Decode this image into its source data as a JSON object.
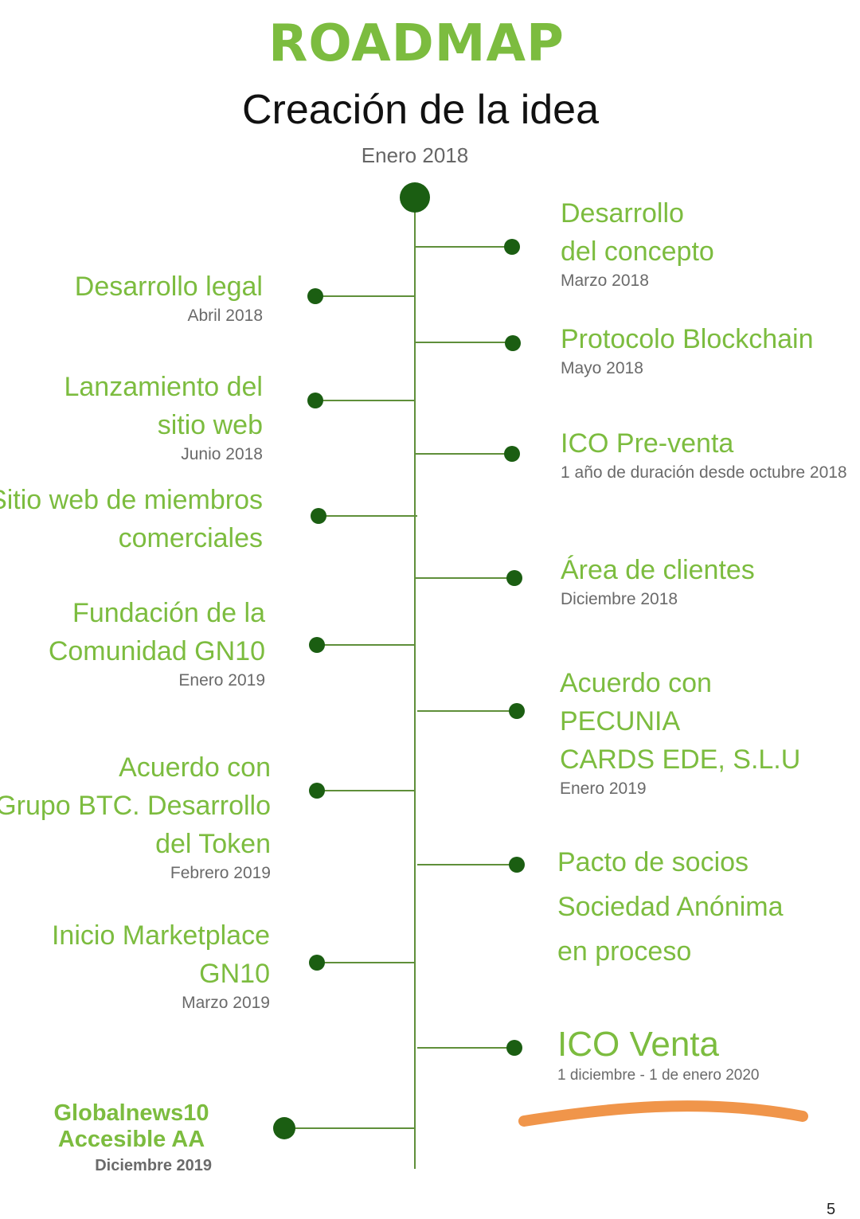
{
  "header": {
    "title": "ROADMAP",
    "subtitle": "Creación de la idea",
    "start_date": "Enero 2018"
  },
  "left_milestones": [
    {
      "lines": [
        "Desarrollo legal"
      ],
      "date": "Abril 2018"
    },
    {
      "lines": [
        "Lanzamiento del",
        "sitio web"
      ],
      "date": "Junio 2018"
    },
    {
      "lines": [
        "Sitio web de miembros",
        "comerciales"
      ],
      "date": ""
    },
    {
      "lines": [
        "Fundación de la",
        "Comunidad GN10"
      ],
      "date": "Enero 2019"
    },
    {
      "lines": [
        "Acuerdo con",
        "Grupo BTC. Desarrollo",
        "del Token"
      ],
      "date": "Febrero 2019"
    },
    {
      "lines": [
        "Inicio Marketplace",
        "GN10"
      ],
      "date": "Marzo 2019"
    },
    {
      "lines": [
        "Globalnews10",
        "Accesible AA"
      ],
      "date": "Diciembre 2019"
    }
  ],
  "right_milestones": [
    {
      "lines": [
        "Desarrollo",
        "del concepto"
      ],
      "date": "Marzo 2018"
    },
    {
      "lines": [
        "Protocolo Blockchain"
      ],
      "date": "Mayo 2018"
    },
    {
      "lines": [
        "ICO Pre-venta"
      ],
      "date": "1 año de duración desde octubre 2018"
    },
    {
      "lines": [
        "Área de clientes"
      ],
      "date": "Diciembre 2018"
    },
    {
      "lines": [
        "Acuerdo con",
        "PECUNIA",
        "CARDS EDE, S.L.U"
      ],
      "date": "Enero 2019"
    },
    {
      "lines": [
        "Pacto de socios",
        "Sociedad Anónima",
        "en proceso"
      ],
      "date": ""
    },
    {
      "lines": [
        "ICO Venta"
      ],
      "date": "1 diciembre - 1 de enero 2020"
    }
  ],
  "page_number": "5",
  "colors": {
    "accent_green": "#7cbc3f",
    "dark_green": "#1b5e12",
    "highlight_orange": "#f0954a"
  }
}
